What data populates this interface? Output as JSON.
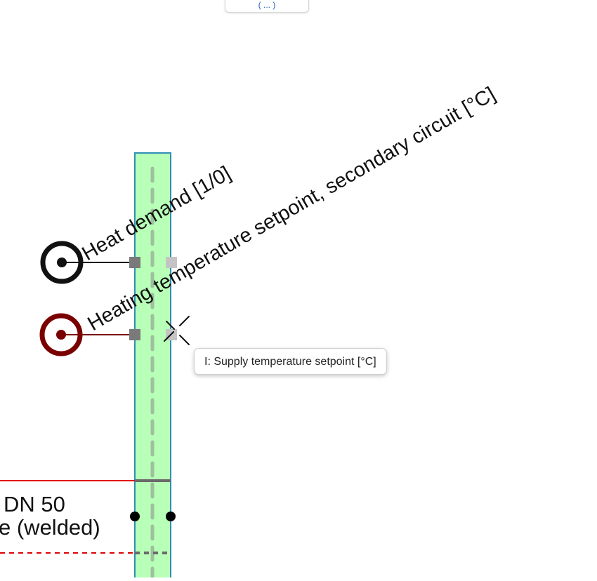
{
  "toolbar": {
    "top_tab_label": "( ... )"
  },
  "diagram": {
    "labels": {
      "heat_demand": "Heat demand [1/0]",
      "heating_setpoint": "Heating temperature setpoint, secondary circuit [°C]",
      "pipe_size": "DN 50",
      "pipe_type": "e (welded)"
    },
    "tooltip": "I: Supply temperature setpoint [°C]",
    "colors": {
      "pipe_fill": "#b8ffb8",
      "pipe_border": "#2f8fb6",
      "digital_signal": "#111111",
      "analog_signal": "#7a0000",
      "supply_line": "#e00000",
      "connector_dark": "#7a7a7a",
      "connector_light": "#c4c4c4"
    }
  }
}
